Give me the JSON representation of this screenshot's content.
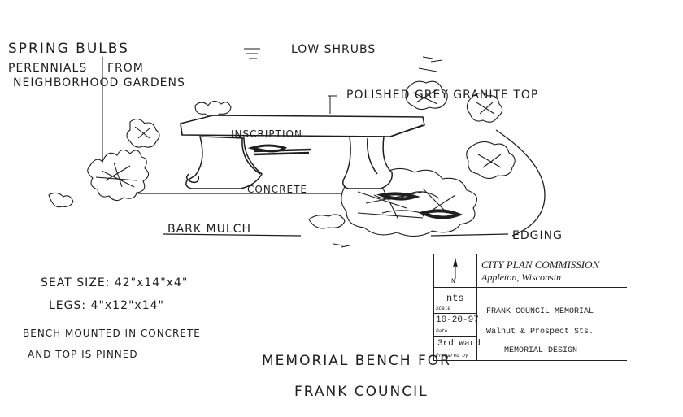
{
  "labels": {
    "spring_bulbs": "SPRING BULBS",
    "perennials": "PERENNIALS",
    "from": "FROM",
    "neighborhood_gardens": "NEIGHBORHOOD GARDENS",
    "low_shrubs": "LOW SHRUBS",
    "granite_top": "POLISHED GREY GRANITE TOP",
    "inscription": "INSCRIPTION",
    "concrete": "CONCRETE",
    "bark_mulch": "BARK MULCH",
    "edging": "EDGING",
    "north_arrow": "N"
  },
  "notes": {
    "seat_size": "SEAT SIZE:  42\"x14\"x4\"",
    "legs": "LEGS:   4\"x12\"x14\"",
    "mounting_line1": "BENCH MOUNTED IN CONCRETE",
    "mounting_line2": "AND TOP IS PINNED"
  },
  "heading": {
    "line1": "MEMORIAL BENCH FOR",
    "line2": "FRANK COUNCIL"
  },
  "title_block": {
    "agency": "CITY PLAN COMMISSION",
    "city": "Appleton, Wisconsin",
    "scale_value": "nts",
    "scale_label": "Scale",
    "date_value": "10-20-97",
    "date_label": "Date",
    "prepared_value": "3rd ward",
    "prepared_label": "Prepared by",
    "project": "FRANK COUNCIL MEMORIAL",
    "location": "Walnut & Prospect Sts.",
    "drawing": "MEMORIAL DESIGN"
  },
  "colors": {
    "ink": "#1e1e1e",
    "paper": "#ffffff"
  }
}
